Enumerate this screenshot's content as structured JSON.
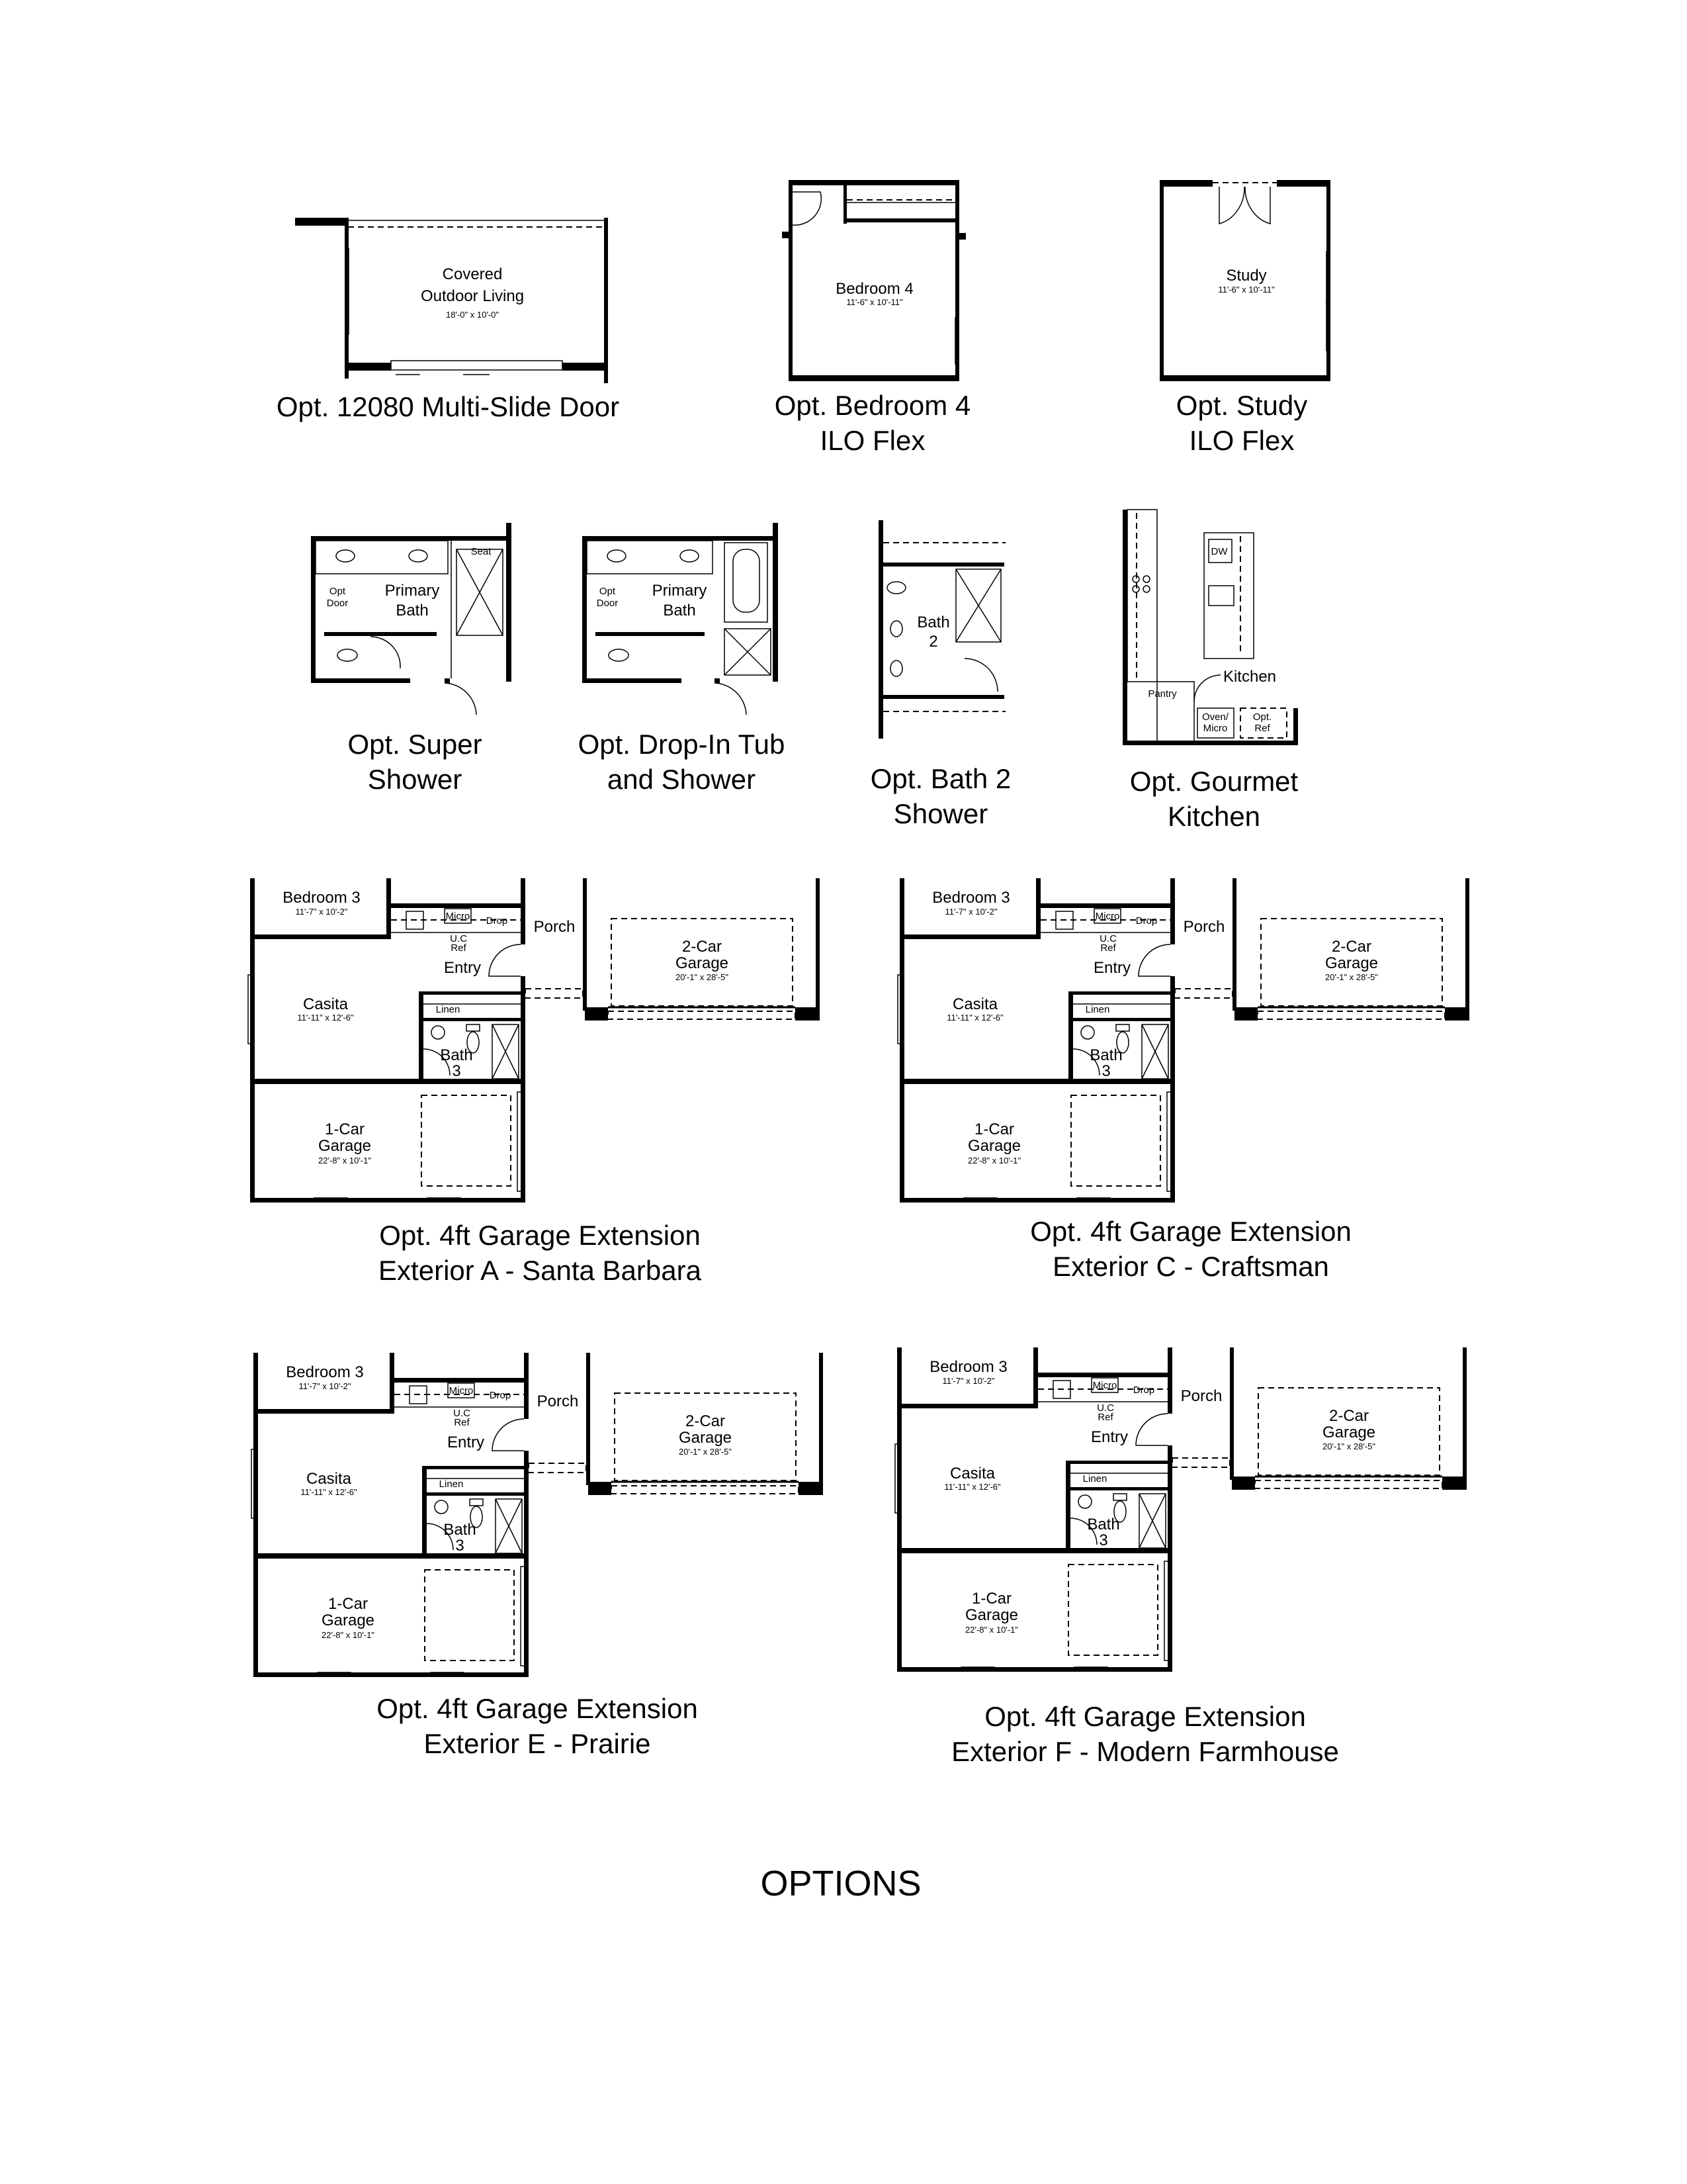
{
  "page_title": "OPTIONS",
  "options": [
    {
      "caption": [
        "Opt. 12080 Multi-Slide Door"
      ],
      "rooms": {
        "name_line1": "Covered",
        "name_line2": "Outdoor Living",
        "dims": "18'-0\" x 10'-0\""
      }
    },
    {
      "caption": [
        "Opt. Bedroom 4",
        "ILO Flex"
      ],
      "rooms": {
        "name": "Bedroom 4",
        "dims": "11'-6\" x 10'-11\""
      }
    },
    {
      "caption": [
        "Opt. Study",
        "ILO Flex"
      ],
      "rooms": {
        "name": "Study",
        "dims": "11'-6\" x 10'-11\""
      }
    },
    {
      "caption": [
        "Opt. Super",
        "Shower"
      ],
      "rooms": {
        "name_line1": "Primary",
        "name_line2": "Bath",
        "seat": "Seat",
        "opt_door_1": "Opt",
        "opt_door_2": "Door"
      }
    },
    {
      "caption": [
        "Opt. Drop-In Tub",
        "and Shower"
      ],
      "rooms": {
        "name_line1": "Primary",
        "name_line2": "Bath",
        "opt_door_1": "Opt",
        "opt_door_2": "Door"
      }
    },
    {
      "caption": [
        "Opt. Bath 2",
        "Shower"
      ],
      "rooms": {
        "name_line1": "Bath",
        "name_line2": "2"
      }
    },
    {
      "caption": [
        "Opt. Gourmet",
        "Kitchen"
      ],
      "rooms": {
        "name": "Kitchen",
        "dw": "DW",
        "pantry": "Pantry",
        "oven_1": "Oven/",
        "oven_2": "Micro",
        "ref_1": "Opt.",
        "ref_2": "Ref"
      }
    },
    {
      "caption": [
        "Opt. 4ft Garage Extension",
        "Exterior A - Santa Barbara"
      ]
    },
    {
      "caption": [
        "Opt. 4ft Garage Extension",
        "Exterior C - Craftsman"
      ]
    },
    {
      "caption": [
        "Opt. 4ft Garage Extension",
        "Exterior E - Prairie"
      ]
    },
    {
      "caption": [
        "Opt. 4ft Garage Extension",
        "Exterior F - Modern Farmhouse"
      ]
    }
  ],
  "garage_plan": {
    "bedroom3": "Bedroom 3",
    "bedroom3_dims": "11'-7\" x 10'-2\"",
    "micro": "Micro",
    "drop": "Drop",
    "uc": "U.C",
    "ref": "Ref",
    "entry": "Entry",
    "porch": "Porch",
    "garage2_1": "2-Car",
    "garage2_2": "Garage",
    "garage2_dims": "20'-1\" x 28'-5\"",
    "casita": "Casita",
    "casita_dims": "11'-11\" x 12'-6\"",
    "linen": "Linen",
    "bath3_1": "Bath",
    "bath3_2": "3",
    "garage1_1": "1-Car",
    "garage1_2": "Garage",
    "garage1_dims": "22'-8\" x 10'-1\""
  }
}
